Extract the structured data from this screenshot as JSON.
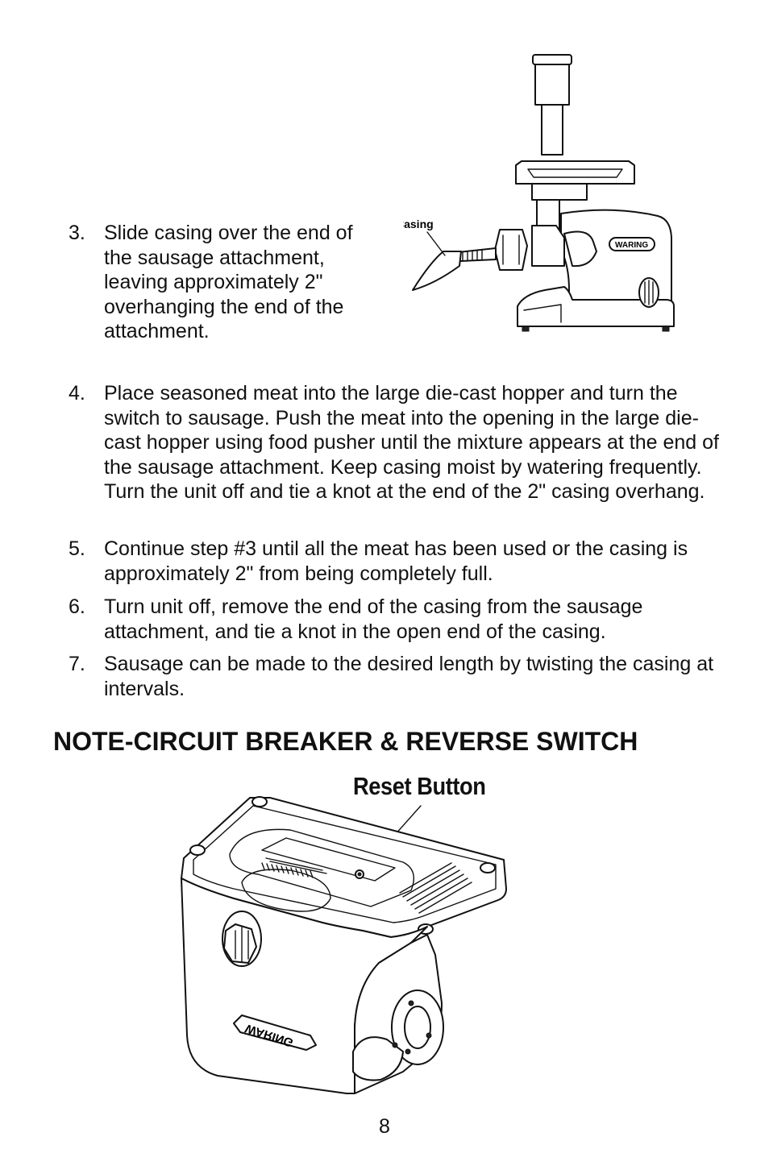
{
  "steps": [
    {
      "num": "3.",
      "text": "Slide casing over the end of the sausage attachment, leaving approximately 2\" overhanging the end of the attachment."
    },
    {
      "num": "4.",
      "text": "Place seasoned meat into the large die-cast hopper and turn the switch to sausage. Push the meat into the opening in the large die-cast hopper using food pusher until the mixture appears at the end of the sausage attachment. Keep casing moist by watering frequently. Turn the unit off and tie a knot at the end of the 2\" casing overhang."
    },
    {
      "num": "5.",
      "text": "Continue step #3 until all the meat has been used or the casing is approximately 2\" from being completely full."
    },
    {
      "num": "6.",
      "text": "Turn unit off, remove the end of the casing from the sausage attachment, and tie a knot in the open end of the casing."
    },
    {
      "num": "7.",
      "text": "Sausage can be made to the desired length by twisting the casing at intervals."
    }
  ],
  "figure1": {
    "callout": "Casing",
    "brand": "WARING"
  },
  "section_heading": "NOTE-CIRCUIT BREAKER & REVERSE SWITCH",
  "figure2": {
    "callout": "Reset Button",
    "brand": "WARING"
  },
  "page_number": "8"
}
